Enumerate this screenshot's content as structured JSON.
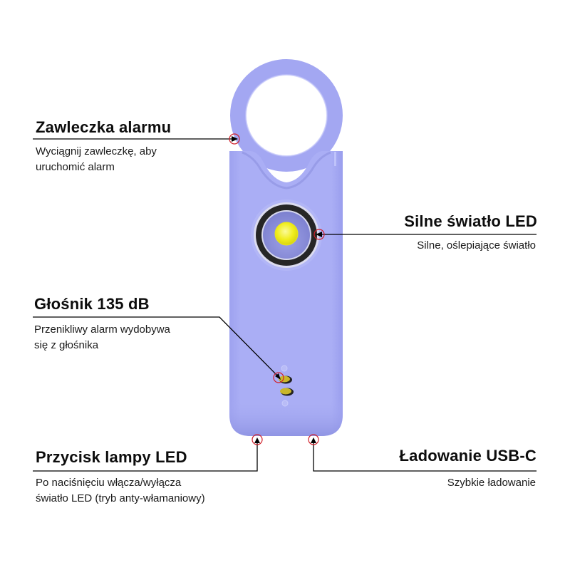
{
  "colors": {
    "body": "#aaaef5",
    "body_shadow": "#8f94e6",
    "body_highlight": "#c4c7fb",
    "led": "#f2ef2a",
    "ring_dark": "#222222",
    "marker": "#d0202a",
    "line": "#000000"
  },
  "callouts": [
    {
      "id": "alarm-pin",
      "title": "Zawleczka alarmu",
      "description_lines": [
        "Wyciągnij zawleczkę, aby",
        "uruchomić alarm"
      ]
    },
    {
      "id": "led-light",
      "title": "Silne światło LED",
      "description_lines": [
        "Silne, oślepiające światło"
      ]
    },
    {
      "id": "speaker",
      "title": "Głośnik 135 dB",
      "description_lines": [
        "Przenikliwy alarm wydobywa",
        "się z głośnika"
      ]
    },
    {
      "id": "led-button",
      "title": "Przycisk lampy LED",
      "description_lines": [
        "Po naciśnięciu włącza/wyłącza",
        "światło LED (tryb anty-włamaniowy)"
      ]
    },
    {
      "id": "usb-c",
      "title": "Ładowanie USB-C",
      "description_lines": [
        "Szybkie ładowanie"
      ]
    }
  ]
}
